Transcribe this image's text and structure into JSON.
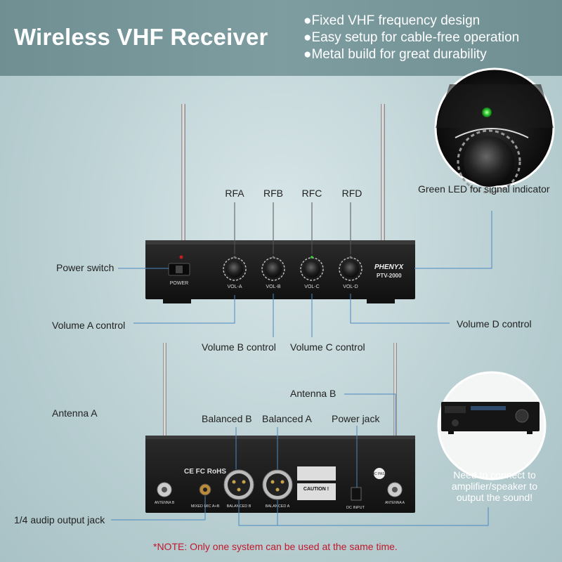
{
  "header": {
    "title": "Wireless VHF Receiver",
    "features": [
      "●Fixed VHF frequency design",
      "●Easy setup for cable-free operation",
      "●Metal build for great durability"
    ]
  },
  "front_panel": {
    "brand": "PHENYX",
    "model": "PTV-2000",
    "power_label": "POWER",
    "knob_labels": [
      "VOL-A",
      "VOL-B",
      "VOL-C",
      "VOL-D"
    ],
    "rf_labels": [
      "RFA",
      "RFB",
      "RFC",
      "RFD"
    ]
  },
  "callouts": {
    "green_led": "Green LED for signal indicator",
    "power_switch": "Power switch",
    "volume_a": "Volume A control",
    "volume_b": "Volume B control",
    "volume_c": "Volume C control",
    "volume_d": "Volume D control",
    "antenna_a": "Antenna A",
    "antenna_b": "Antenna B",
    "balanced_b": "Balanced B",
    "balanced_a": "Balanced A",
    "power_jack": "Power jack",
    "output_jack": "1/4 audip output jack",
    "amplifier_note": "Need to connect to amplifier/speaker to output the sound!"
  },
  "rear_panel": {
    "antenna_b_label": "ANTENNA B",
    "antenna_a_label": "ANTENNA A",
    "mixed_label": "MIXED MIC A+B",
    "balanced_b_label": "BALANCED B",
    "balanced_a_label": "BALANCED A",
    "dc_label": "DC INPUT",
    "caution_label": "CAUTION !",
    "qc_label": "QC PASS",
    "cert_label": "CE FC RoHS"
  },
  "footnote": "*NOTE: Only one system can be used at the same time.",
  "colors": {
    "header_bg": "#738f94",
    "led": "#39d13a",
    "callout_line": "#4a89c0",
    "note_red": "#c0182b"
  }
}
